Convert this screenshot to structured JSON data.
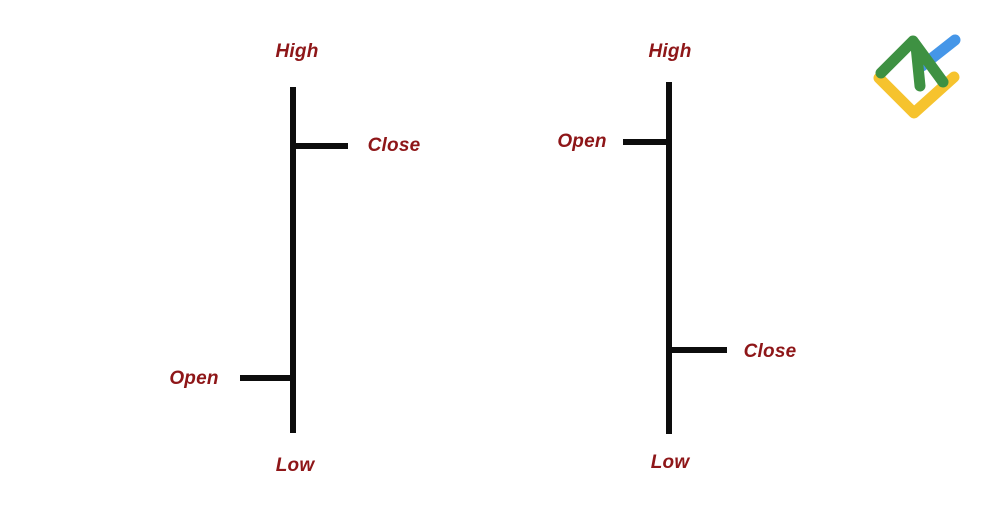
{
  "diagram": {
    "description": "Two OHLC price bar diagrams",
    "left_bar": {
      "kind": "bullish-ohlc-bar",
      "high_label": "High",
      "close_label": "Close",
      "open_label": "Open",
      "low_label": "Low"
    },
    "right_bar": {
      "kind": "bearish-ohlc-bar",
      "high_label": "High",
      "open_label": "Open",
      "close_label": "Close",
      "low_label": "Low"
    }
  },
  "colors": {
    "background": "#ffffff",
    "bar_line": "#0d0d0d",
    "label_text": "#8e1618"
  },
  "logo": {
    "name": "liteforex-logo",
    "green": "#3e9142",
    "blue": "#4596e8",
    "yellow": "#f6c32e"
  }
}
